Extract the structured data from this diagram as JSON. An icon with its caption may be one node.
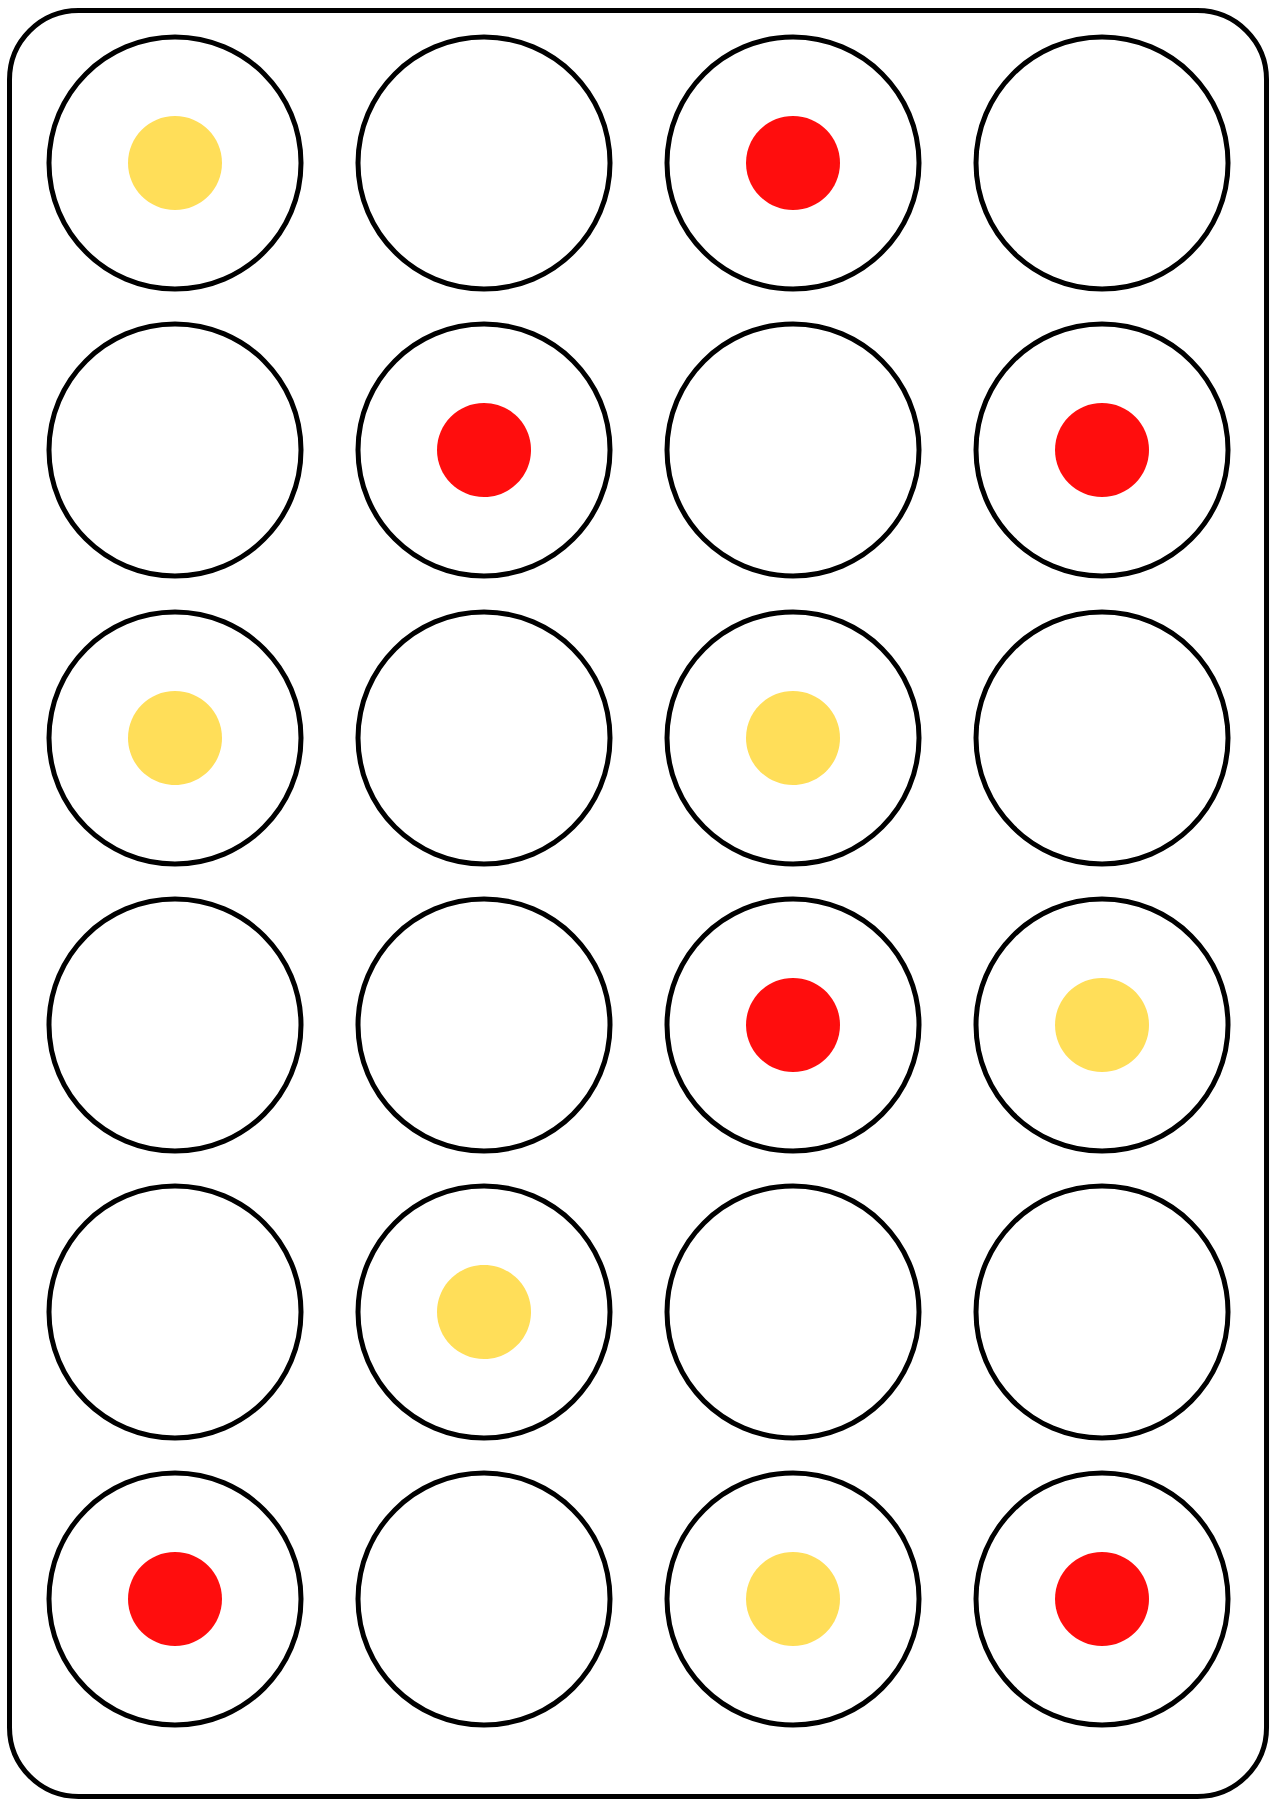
{
  "diagram": {
    "nodes": [
      {
        "text": [],
        "shape": "box"
      },
      {
        "text": [],
        "shape": "circle",
        "in": 0
      },
      {
        "text": [],
        "shape": "circle",
        "in": 0
      },
      {
        "text": [],
        "shape": "circle",
        "in": 0
      },
      {
        "text": [],
        "shape": "circle",
        "in": 0
      },
      {
        "text": [],
        "shape": "circle",
        "in": 0
      },
      {
        "text": [],
        "shape": "circle",
        "in": 0
      },
      {
        "text": [],
        "shape": "circle",
        "in": 0
      },
      {
        "text": [],
        "shape": "circle",
        "in": 0
      },
      {
        "text": [],
        "shape": "circle",
        "in": 0
      },
      {
        "text": [],
        "shape": "circle",
        "in": 0
      },
      {
        "text": [],
        "shape": "circle",
        "in": 0
      },
      {
        "text": [],
        "shape": "circle",
        "in": 0
      },
      {
        "text": [],
        "shape": "circle",
        "in": 0
      },
      {
        "text": [],
        "shape": "circle",
        "in": 0
      },
      {
        "text": [],
        "shape": "circle",
        "in": 0
      },
      {
        "text": [],
        "shape": "circle",
        "in": 0
      },
      {
        "text": [],
        "shape": "circle",
        "in": 0
      },
      {
        "text": [],
        "shape": "circle",
        "in": 0
      },
      {
        "text": [],
        "shape": "circle",
        "in": 0
      },
      {
        "text": [],
        "shape": "circle",
        "in": 0
      },
      {
        "text": [],
        "shape": "circle",
        "in": 0
      },
      {
        "text": [],
        "shape": "circle",
        "in": 0
      },
      {
        "text": [],
        "shape": "circle",
        "in": 0
      },
      {
        "text": [],
        "shape": "circle",
        "in": 0
      },
      {
        "text": [],
        "shape": "circle",
        "in": 1
      },
      {
        "text": [],
        "shape": "circle",
        "in": 3
      },
      {
        "text": [],
        "shape": "circle",
        "in": 6
      },
      {
        "text": [],
        "shape": "circle",
        "in": 8
      },
      {
        "text": [],
        "shape": "circle",
        "in": 9
      },
      {
        "text": [],
        "shape": "circle",
        "in": 11
      },
      {
        "text": [],
        "shape": "circle",
        "in": 15
      },
      {
        "text": [],
        "shape": "circle",
        "in": 16
      },
      {
        "text": [],
        "shape": "circle",
        "in": 18
      },
      {
        "text": [],
        "shape": "circle",
        "in": 21
      },
      {
        "text": [],
        "shape": "circle",
        "in": 23
      },
      {
        "text": [],
        "shape": "circle",
        "in": 24
      }
    ]
  }
}
